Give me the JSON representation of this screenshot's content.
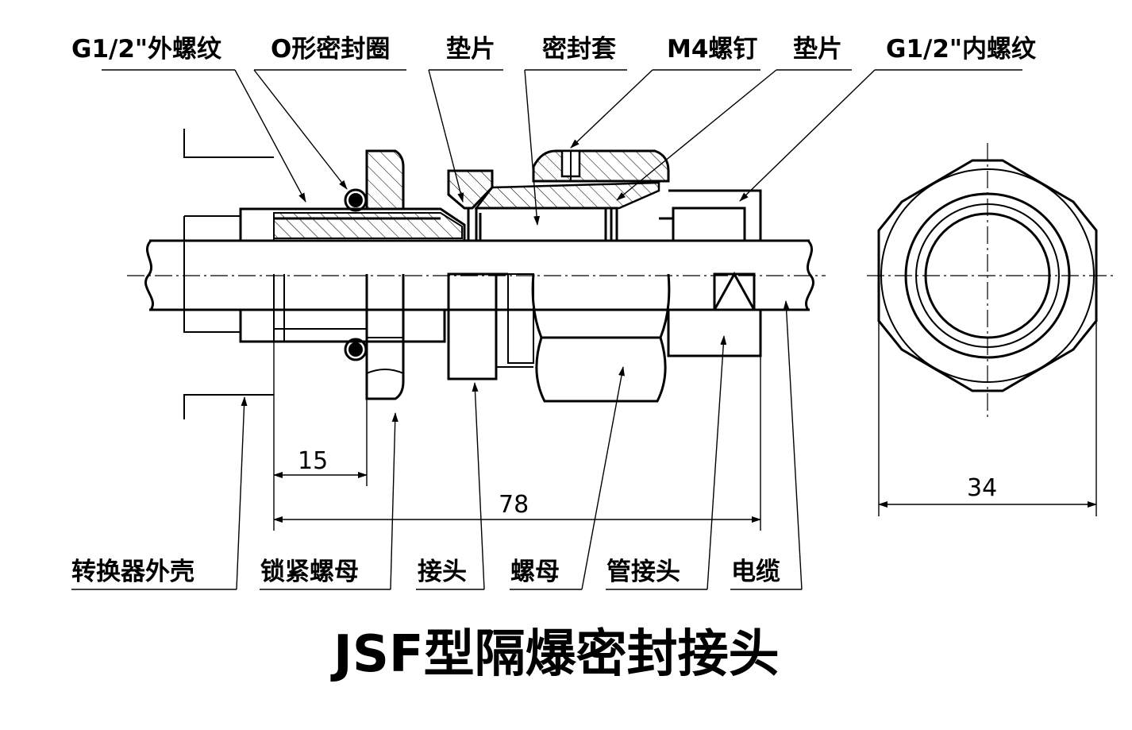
{
  "title": "JSF型隔爆密封接头",
  "labels_top": [
    "G1/2\"外螺纹",
    "O形密封圈",
    "垫片",
    "密封套",
    "M4螺钉",
    "垫片",
    "G1/2\"内螺纹"
  ],
  "labels_bottom": [
    "转换器外壳",
    "锁紧螺母",
    "接头",
    "螺母",
    "管接头",
    "电缆"
  ],
  "dimensions": {
    "thread_length": "15",
    "total_length": "78",
    "hex_width": "34"
  }
}
